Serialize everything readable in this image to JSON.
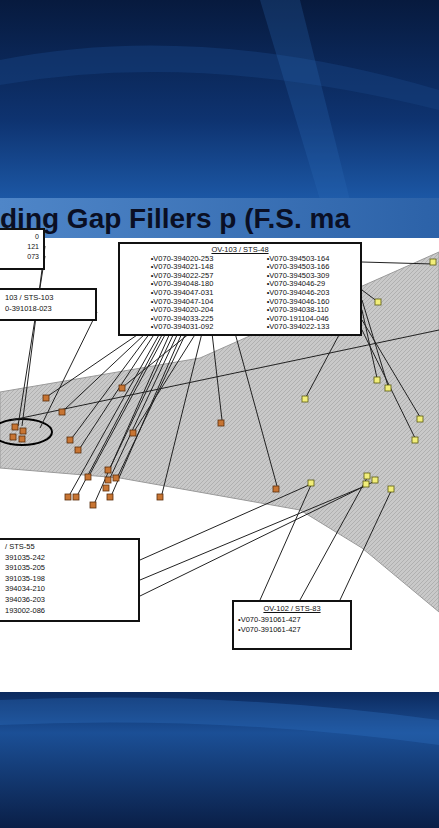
{
  "diagram": {
    "title": "ding Gap Fillers p (F.S. ma",
    "nodes": [
      {
        "text": [
          "0",
          "121",
          "073"
        ]
      },
      {
        "text": [
          "103 / STS-103",
          "0-391018-023"
        ]
      },
      {
        "text": [
          "OV-103 / STS-48",
          "•V070-394020-253",
          "•V070-394021-148",
          "•V070-394022-257",
          "•V070-394048-180",
          "•V070-394047-031",
          "•V070-394047-104",
          "•V070-394020-204",
          "•V070-394033-225",
          "•V070-394031-092",
          "•V070-394503-164",
          "•V070-394503-166",
          "•V070-394503-309",
          "•V070-394046-29",
          "•V070-394046-203",
          "•V070-394046-160",
          "•V070-394038-110",
          "•V070-191104-046",
          "•V070-394022-133"
        ]
      },
      {
        "text": [
          "/ STS-55",
          "391035-242",
          "391035-205",
          "391035-198",
          "394034-210",
          "394036-203",
          "193002-086"
        ]
      },
      {
        "text": [
          "OV-102 / STS-83",
          "•V070-391061-427",
          "•V070-391061-427"
        ]
      }
    ]
  }
}
